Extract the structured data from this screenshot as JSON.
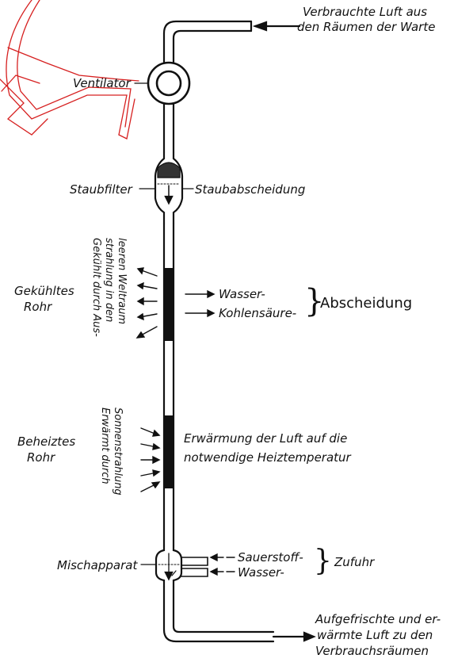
{
  "labels": {
    "air_in_line1": "Verbrauchte Luft aus",
    "air_in_line2": "den Räumen der Warte",
    "fan": "Ventilator",
    "dust_filter": "Staubfilter",
    "dust_separation": "Staubabscheidung",
    "cooled_pipe_line1": "Gekühltes",
    "cooled_pipe_line2": "Rohr",
    "cooled_vertical_line1": "Gekühlt durch Aus-",
    "cooled_vertical_line2": "strahlung in den",
    "cooled_vertical_line3": "leeren Weltraum",
    "water": "Wasser-",
    "carbon_dioxide": "Kohlensäure-",
    "separation": "Abscheidung",
    "heated_pipe_line1": "Beheiztes",
    "heated_pipe_line2": "Rohr",
    "heated_vertical_line1": "Erwärmt durch",
    "heated_vertical_line2": "Sonnenstrahlung",
    "warming_line1": "Erwärmung der Luft auf die",
    "warming_line2": "notwendige Heiztemperatur",
    "mixer": "Mischapparat",
    "oxygen": "Sauerstoff-",
    "water2": "Wasser-",
    "supply": "Zufuhr",
    "air_out_line1": "Aufgefrischte und er-",
    "air_out_line2": "wärmte Luft zu den",
    "air_out_line3": "Verbrauchsräumen"
  },
  "braces": {
    "separation": "}",
    "supply": "}"
  },
  "colors": {
    "ink": "#111111",
    "overlay": "#d62020"
  }
}
